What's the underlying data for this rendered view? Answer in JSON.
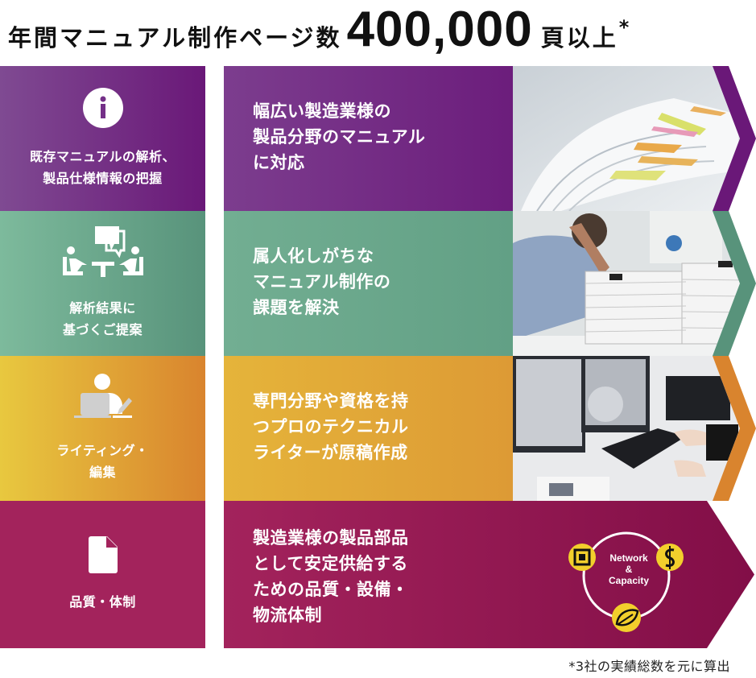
{
  "header": {
    "lead": "年間マニュアル制作ページ数",
    "number": "400,000",
    "unit": "頁以上",
    "asterisk": "*"
  },
  "steps": [
    {
      "left_label": "既存マニュアルの解析、\n製品仕様情報の把握",
      "left_icon": "info-icon",
      "right_text": "幅広い製造業様の\n製品分野のマニュアル\nに対応",
      "photo": "open-book-with-sticky-tabs-photo",
      "color": "#6a1878"
    },
    {
      "left_label": "解析結果に\n基づくご提案",
      "left_icon": "meeting-icon",
      "right_text": "属人化しがちな\nマニュアル制作の\n課題を解決",
      "photo": "stressed-worker-with-paper-stacks-photo",
      "color": "#58937b"
    },
    {
      "left_label": "ライティング・\n編集",
      "left_icon": "writer-at-laptop-icon",
      "right_text": "専門分野や資格を持\nつプロのテクニカル\nライターが原稿作成",
      "photo": "technical-writer-workstation-photo",
      "color": "#d9842e"
    },
    {
      "left_label": "品質・体制",
      "left_icon": "document-icon",
      "right_text": "製造業様の製品部品\nとして安定供給する\nための品質・設備・\n物流体制",
      "photo": null,
      "color": "#a3235c"
    }
  ],
  "network_diagram": {
    "label": "Network\n&\nCapacity",
    "nodes": [
      "factory-icon",
      "dollar-icon",
      "leaf-icon"
    ],
    "node_color": "#f2cf2c"
  },
  "footnote": "*3社の実績総数を元に算出"
}
